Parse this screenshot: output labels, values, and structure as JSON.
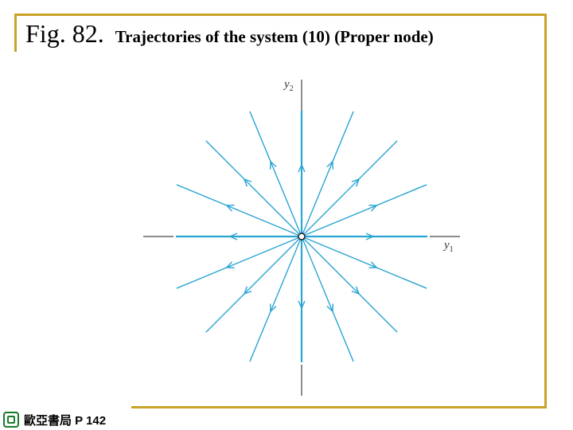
{
  "title": {
    "figure_label": "Fig. 82.",
    "caption": "Trajectories of the system (10) (Proper node)"
  },
  "diagram": {
    "type": "phase-portrait",
    "axes": {
      "horizontal": {
        "label": "y",
        "subscript": "1"
      },
      "vertical": {
        "label": "y",
        "subscript": "2"
      }
    },
    "trajectory_directions_deg": [
      0,
      22.5,
      45,
      67.5,
      90,
      112.5,
      135,
      157.5,
      180,
      202.5,
      225,
      247.5,
      270,
      292.5,
      315,
      337.5
    ],
    "flow": "outward",
    "colors": {
      "trajectory": "#2aa5d3",
      "axis": "#666666",
      "frame": "#c9a227"
    }
  },
  "footer": {
    "publisher_logo": "publisher-logo-icon",
    "publisher_text": "歐亞書局 P 142"
  }
}
